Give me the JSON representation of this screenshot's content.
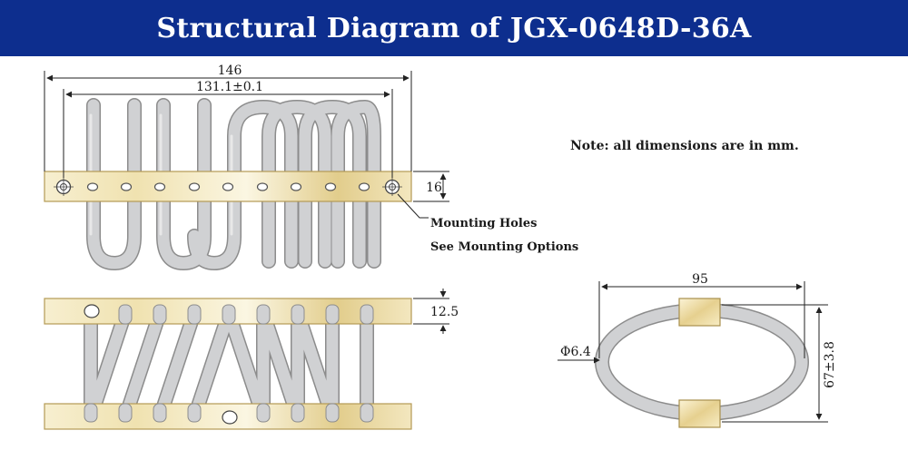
{
  "title": "Structural Diagram of JGX-0648D-36A",
  "note": "Note: all dimensions are in mm.",
  "dimensions": {
    "overall_length": "146",
    "hole_spacing": "131.1±0.1",
    "bar_height": "16",
    "bar_thickness": "12.5",
    "end_width": "95",
    "end_height": "67±3.8",
    "wire_diameter": "Φ6.4"
  },
  "callout": {
    "line1": "Mounting Holes",
    "line2": "See Mounting Options"
  },
  "colors": {
    "banner": "#0d2e8e",
    "bar_light": "#faf4dc",
    "bar_dark": "#dcc47a",
    "wire": "#cfd0d2"
  }
}
